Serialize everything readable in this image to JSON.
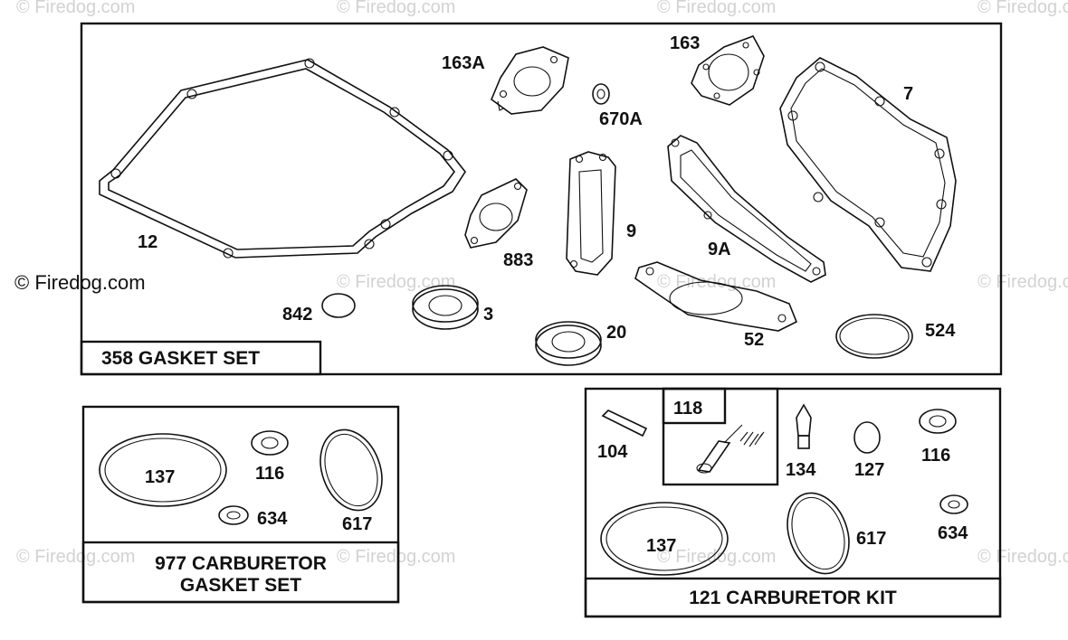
{
  "watermark": "© Firedog.com",
  "credit": "© Firedog.com",
  "gasket_set": {
    "title": "358 GASKET SET",
    "labels": {
      "p12": "12",
      "p163a": "163A",
      "p163": "163",
      "p670a": "670A",
      "p7": "7",
      "p883": "883",
      "p9": "9",
      "p9a": "9A",
      "p842": "842",
      "p3": "3",
      "p20": "20",
      "p52": "52",
      "p524": "524"
    }
  },
  "carb_gasket_set": {
    "title_line1": "977 CARBURETOR",
    "title_line2": "GASKET SET",
    "labels": {
      "p137": "137",
      "p116": "116",
      "p634": "634",
      "p617": "617"
    }
  },
  "carb_kit": {
    "title": "121 CARBURETOR KIT",
    "labels": {
      "p104": "104",
      "p118": "118",
      "p134": "134",
      "p127": "127",
      "p116": "116",
      "p137": "137",
      "p617": "617",
      "p634": "634"
    }
  }
}
